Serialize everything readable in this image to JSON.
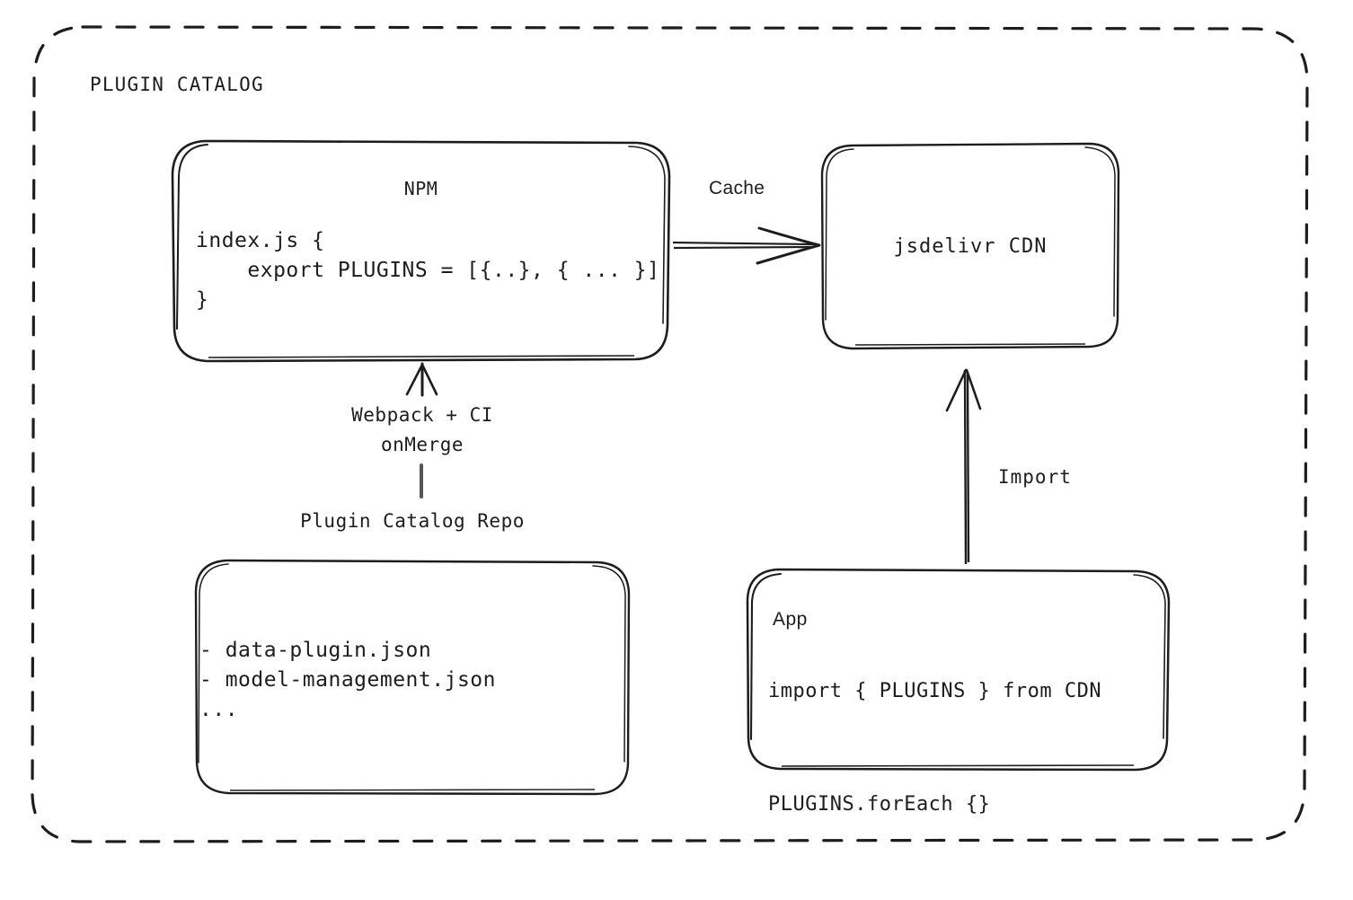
{
  "diagram": {
    "group_title": "PLUGIN CATALOG",
    "nodes": {
      "npm": {
        "title": "NPM",
        "code": "index.js {\n    export PLUGINS = [{..}, { ... }]\n}"
      },
      "cdn": {
        "title": "jsdelivr CDN"
      },
      "repo": {
        "title": "Plugin Catalog Repo",
        "list": "- data-plugin.json\n- model-management.json\n..."
      },
      "app": {
        "title": "App",
        "code": "import { PLUGINS } from CDN\n\nPLUGINS.forEach {}"
      }
    },
    "edges": {
      "cache": "Cache",
      "webpack": "Webpack + CI\nonMerge",
      "import": "Import"
    },
    "colors": {
      "stroke": "#1d1d1d",
      "background": "#ffffff"
    }
  }
}
